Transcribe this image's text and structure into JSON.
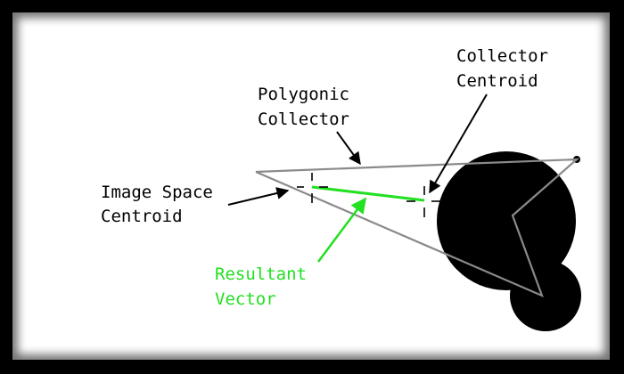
{
  "labels": {
    "collector_centroid": [
      "Collector",
      "Centroid"
    ],
    "polygonic_collector": [
      "Polygonic",
      "Collector"
    ],
    "image_space_centroid": [
      "Image Space",
      "Centroid"
    ],
    "resultant_vector": [
      "Resultant",
      "Vector"
    ]
  },
  "colors": {
    "background": "#ffffff",
    "frame": "#000000",
    "polygon": "#8a8a8a",
    "vector": "#22e022",
    "label_text": "#000000",
    "resultant_text": "#22e022",
    "blob": "#000000"
  }
}
